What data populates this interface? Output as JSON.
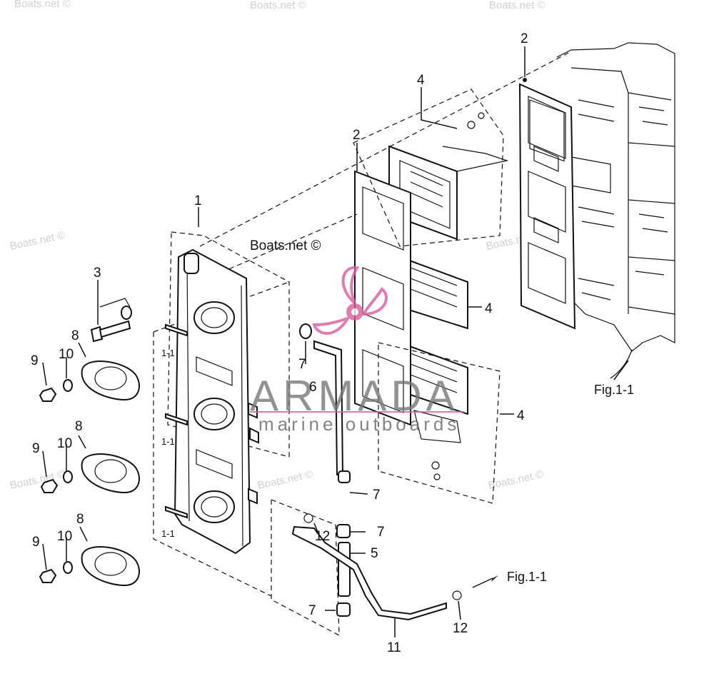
{
  "diagram": {
    "callouts": {
      "c1": "1",
      "c2a": "2",
      "c2b": "2",
      "c3": "3",
      "c4a": "4",
      "c4b": "4",
      "c4c": "4",
      "c5": "5",
      "c6": "6",
      "c7a": "7",
      "c7b": "7",
      "c7c": "7",
      "c7d": "7",
      "c8a": "8",
      "c8b": "8",
      "c8c": "8",
      "c9a": "9",
      "c9b": "9",
      "c9c": "9",
      "c10a": "10",
      "c10b": "10",
      "c10c": "10",
      "c11": "11",
      "c12a": "12",
      "c12b": "12"
    },
    "sub_labels": {
      "s1": "1-1",
      "s2": "1-1",
      "s3": "1-1"
    },
    "figure_refs": {
      "f1": "Fig.1-1",
      "f2": "Fig.1-1"
    },
    "copyright": "Boats.net ©",
    "watermarks": {
      "w1": "Boats.net ©",
      "w2": "Boats.net ©",
      "w3": "Boats.net ©",
      "w4": "Boats.net ©",
      "w5": "Boats.net ©",
      "w6": "Boats.net ©",
      "w7": "Boats.net ©",
      "w8": "Boats.net ©"
    },
    "logo": {
      "name": "ARMADA",
      "tagline": "marine outboards",
      "accent_color": "#d4609a"
    }
  }
}
